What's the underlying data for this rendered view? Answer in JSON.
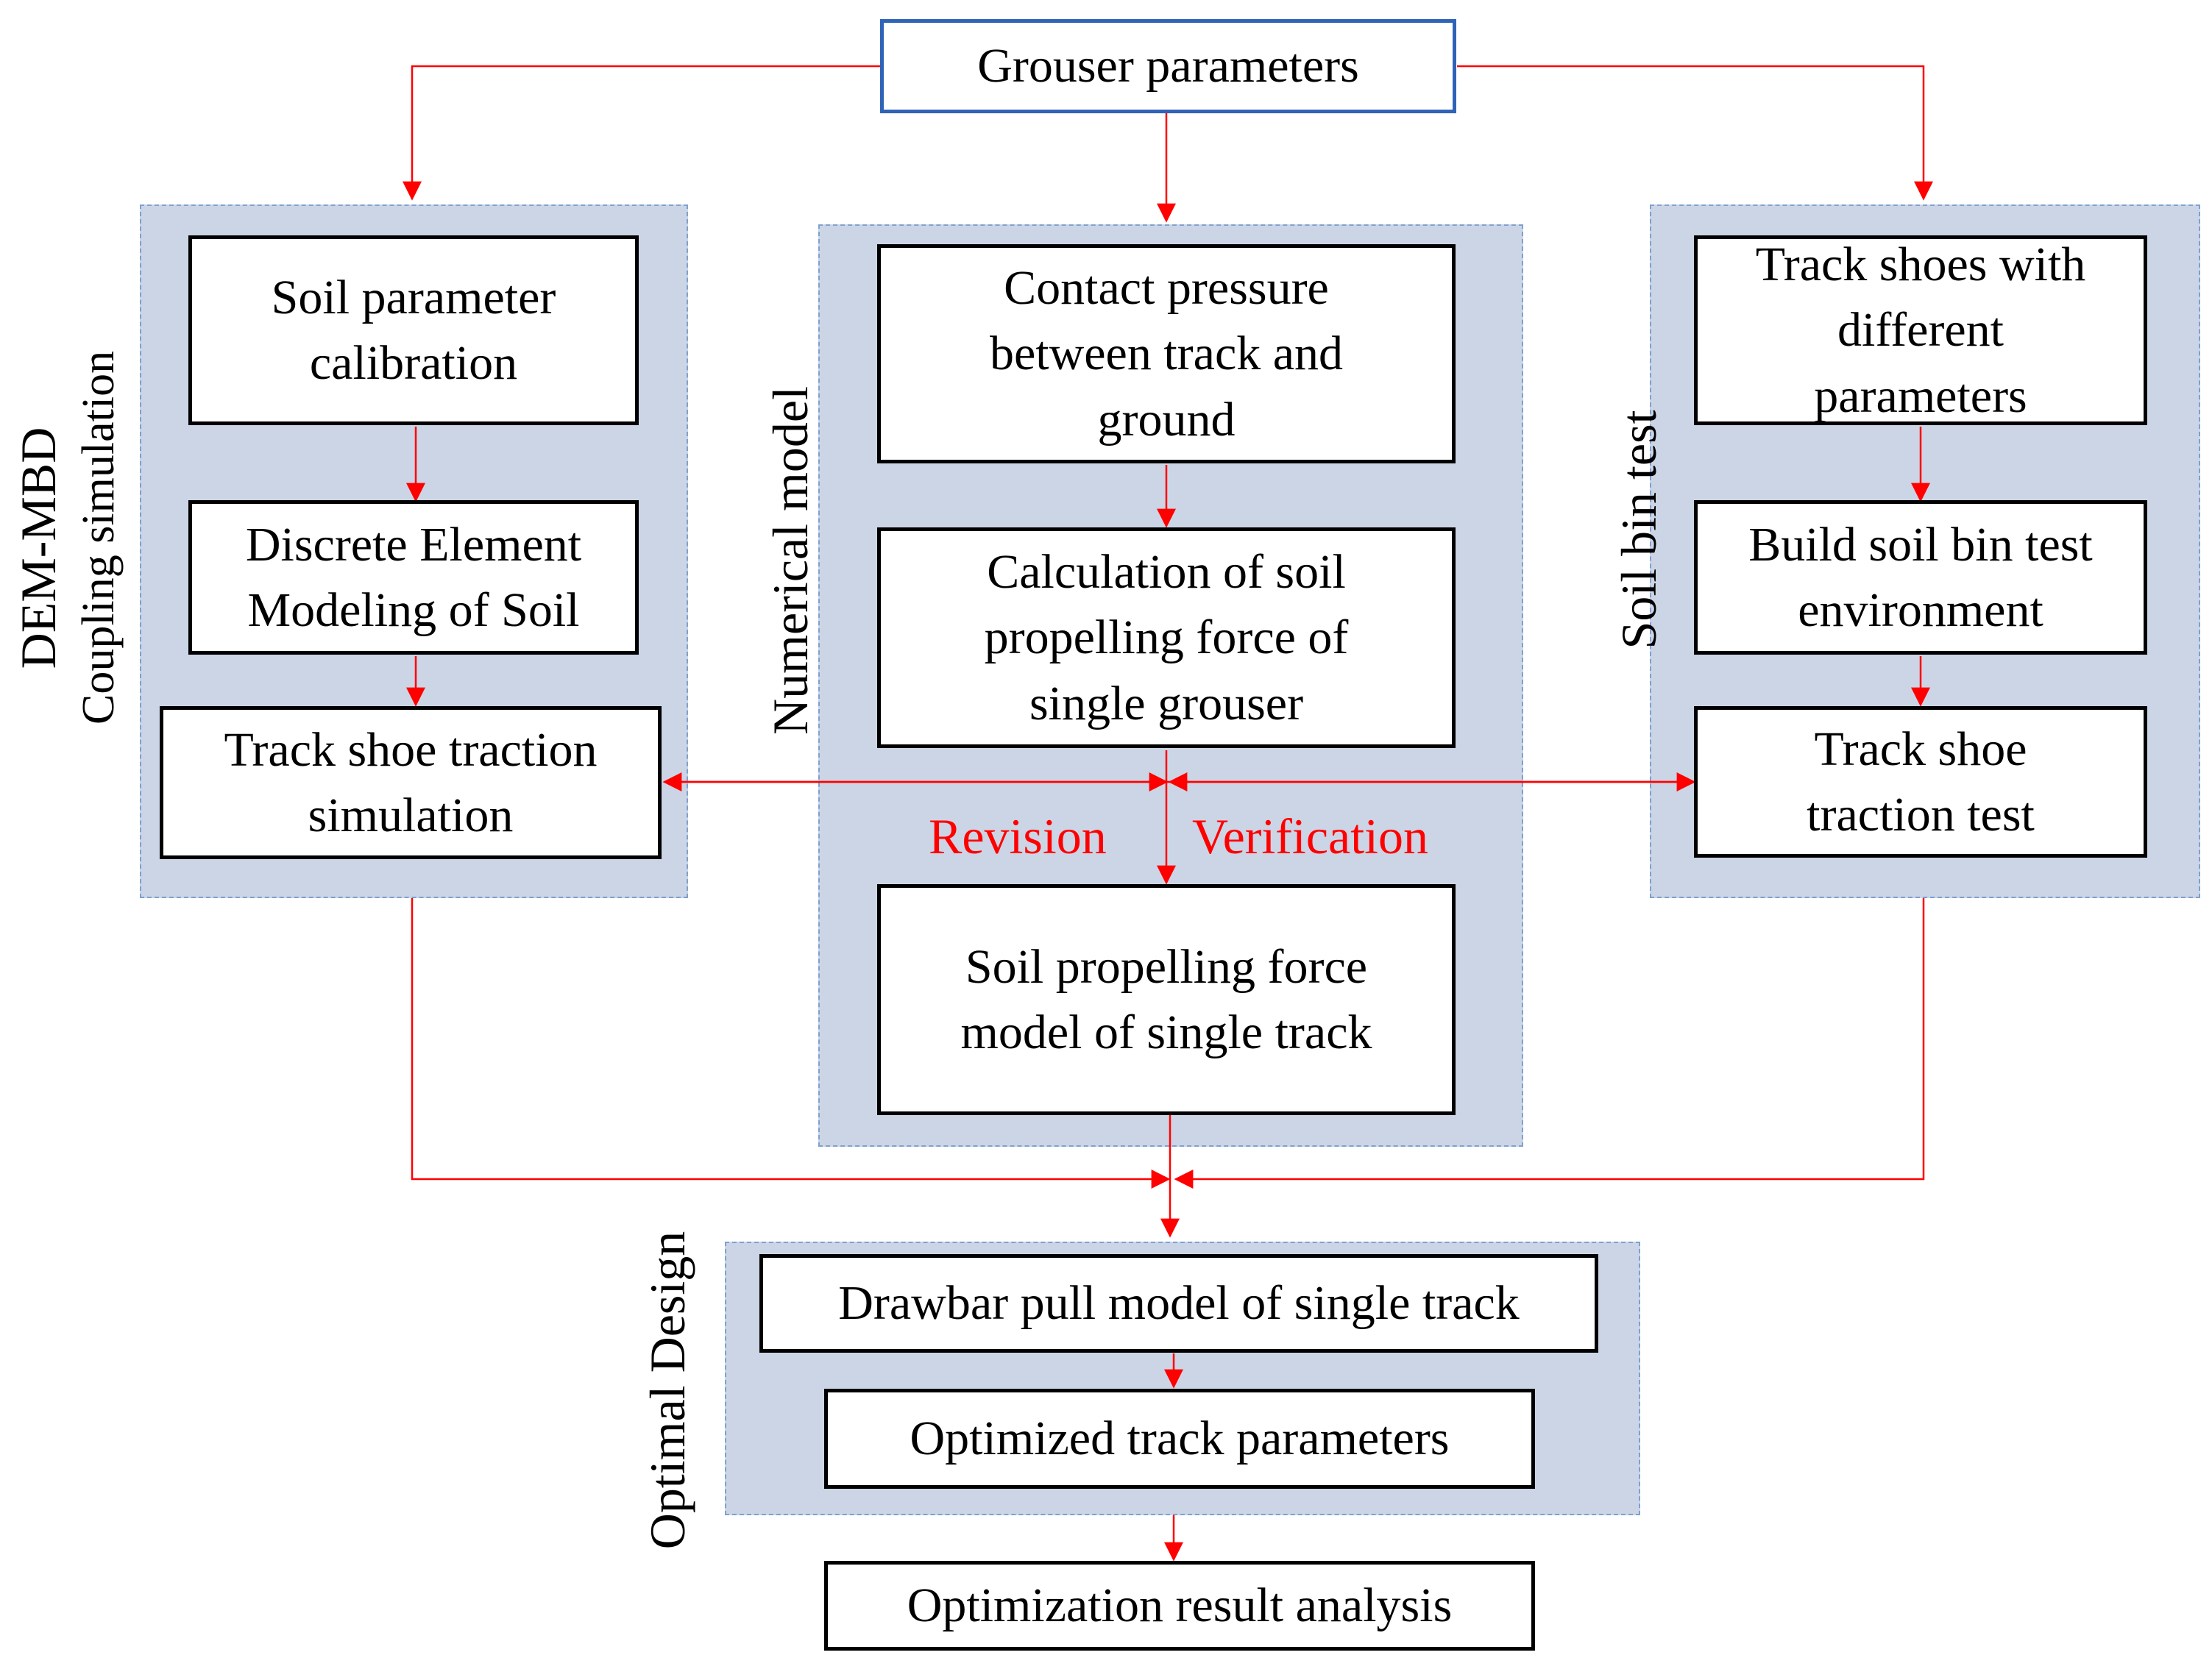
{
  "colors": {
    "arrow": "#ff0000",
    "group_fill": "#cbd5e5",
    "group_border": "#7fa0d0",
    "top_box_border": "#2f63b8",
    "box_border": "#000000",
    "revision_text": "#ff0000"
  },
  "top": {
    "label": "Grouser parameters"
  },
  "left_group": {
    "label_main": "DEM-MBD",
    "label_sub": "Coupling simulation",
    "box1": "Soil parameter\ncalibration",
    "box2": "Discrete Element\nModeling of Soil",
    "box3": "Track shoe traction\nsimulation"
  },
  "center_group": {
    "label": "Numerical model",
    "box1": "Contact pressure\nbetween track and\nground",
    "box2": "Calculation of soil\npropelling force of\nsingle grouser",
    "box3": "Soil propelling force\nmodel of single track"
  },
  "right_group": {
    "label": "Soil bin test",
    "box1": "Track shoes with\ndifferent\nparameters",
    "box2": "Build soil bin test\nenvironment",
    "box3": "Track shoe\ntraction test"
  },
  "middle_labels": {
    "revision": "Revision",
    "verification": "Verification"
  },
  "bottom_group": {
    "label": "Optimal Design",
    "box1": "Drawbar pull model of single track",
    "box2": "Optimized track parameters"
  },
  "final": {
    "label": "Optimization result analysis"
  }
}
